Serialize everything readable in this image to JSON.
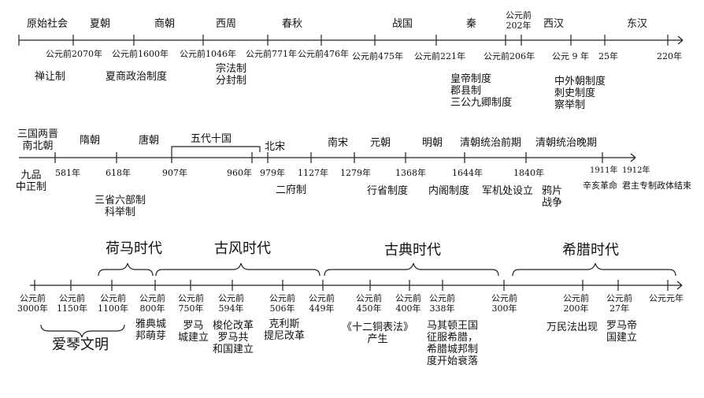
{
  "row1": {
    "eras": [
      "原始社会",
      "夏朝",
      "商朝",
      "西周",
      "春秋",
      "战国",
      "秦",
      "西汉",
      "东汉"
    ],
    "top_year": "公元前\n202年",
    "years": [
      "公元前2070年",
      "公元前1600年",
      "公元前1046年",
      "公元前771年",
      "公元前476年",
      "公元前475年",
      "公元前221年",
      "公元前206年",
      "公元 9 年",
      "25年",
      "220年"
    ],
    "systems": [
      "禅让制",
      "夏商政治制度",
      "宗法制\n分封制",
      "皇帝制度\n郡县制\n三公九卿制度",
      "中外朝制度\n刺史制度\n察举制"
    ]
  },
  "row2": {
    "eras": [
      "三国两晋\n南北朝",
      "隋朝",
      "唐朝",
      "五代十国",
      "北宋",
      "南宋",
      "元朝",
      "明朝",
      "清朝统治前期",
      "清朝统治晚期"
    ],
    "years": [
      "581年",
      "618年",
      "907年",
      "960年",
      "979年",
      "1127年",
      "1279年",
      "1368年",
      "1644年",
      "1840年",
      "1911年",
      "1912年"
    ],
    "systems": [
      "九品\n中正制",
      "三省六部制\n科举制",
      "二府制",
      "行省制度",
      "内阁制度",
      "军机处设立",
      "鸦片\n战争",
      "辛亥革命",
      "君主专制政体结束"
    ]
  },
  "row3": {
    "eras": [
      "荷马时代",
      "古风时代",
      "古典时代",
      "希腊时代",
      "爱琴文明"
    ],
    "years": [
      "公元前\n3000年",
      "公元前\n1150年",
      "公元前\n1100年",
      "公元前\n800年",
      "公元前\n750年",
      "公元前\n594年",
      "公元前\n506年",
      "公元前\n449年",
      "公元前\n450年",
      "公元前\n400年",
      "公元前\n338年",
      "公元前\n300年",
      "公元前\n200年",
      "公元前\n27年",
      "公元元年"
    ],
    "events": [
      "雅典城\n邦萌芽",
      "罗马\n城建立",
      "梭伦改革\n罗马共\n和国建立",
      "克利斯\n提尼改革",
      "《十二铜表法》\n产生",
      "马其顿王国\n征服希腊，\n希腊城邦制\n度开始衰落",
      "万民法出现",
      "罗马帝\n国建立"
    ]
  }
}
